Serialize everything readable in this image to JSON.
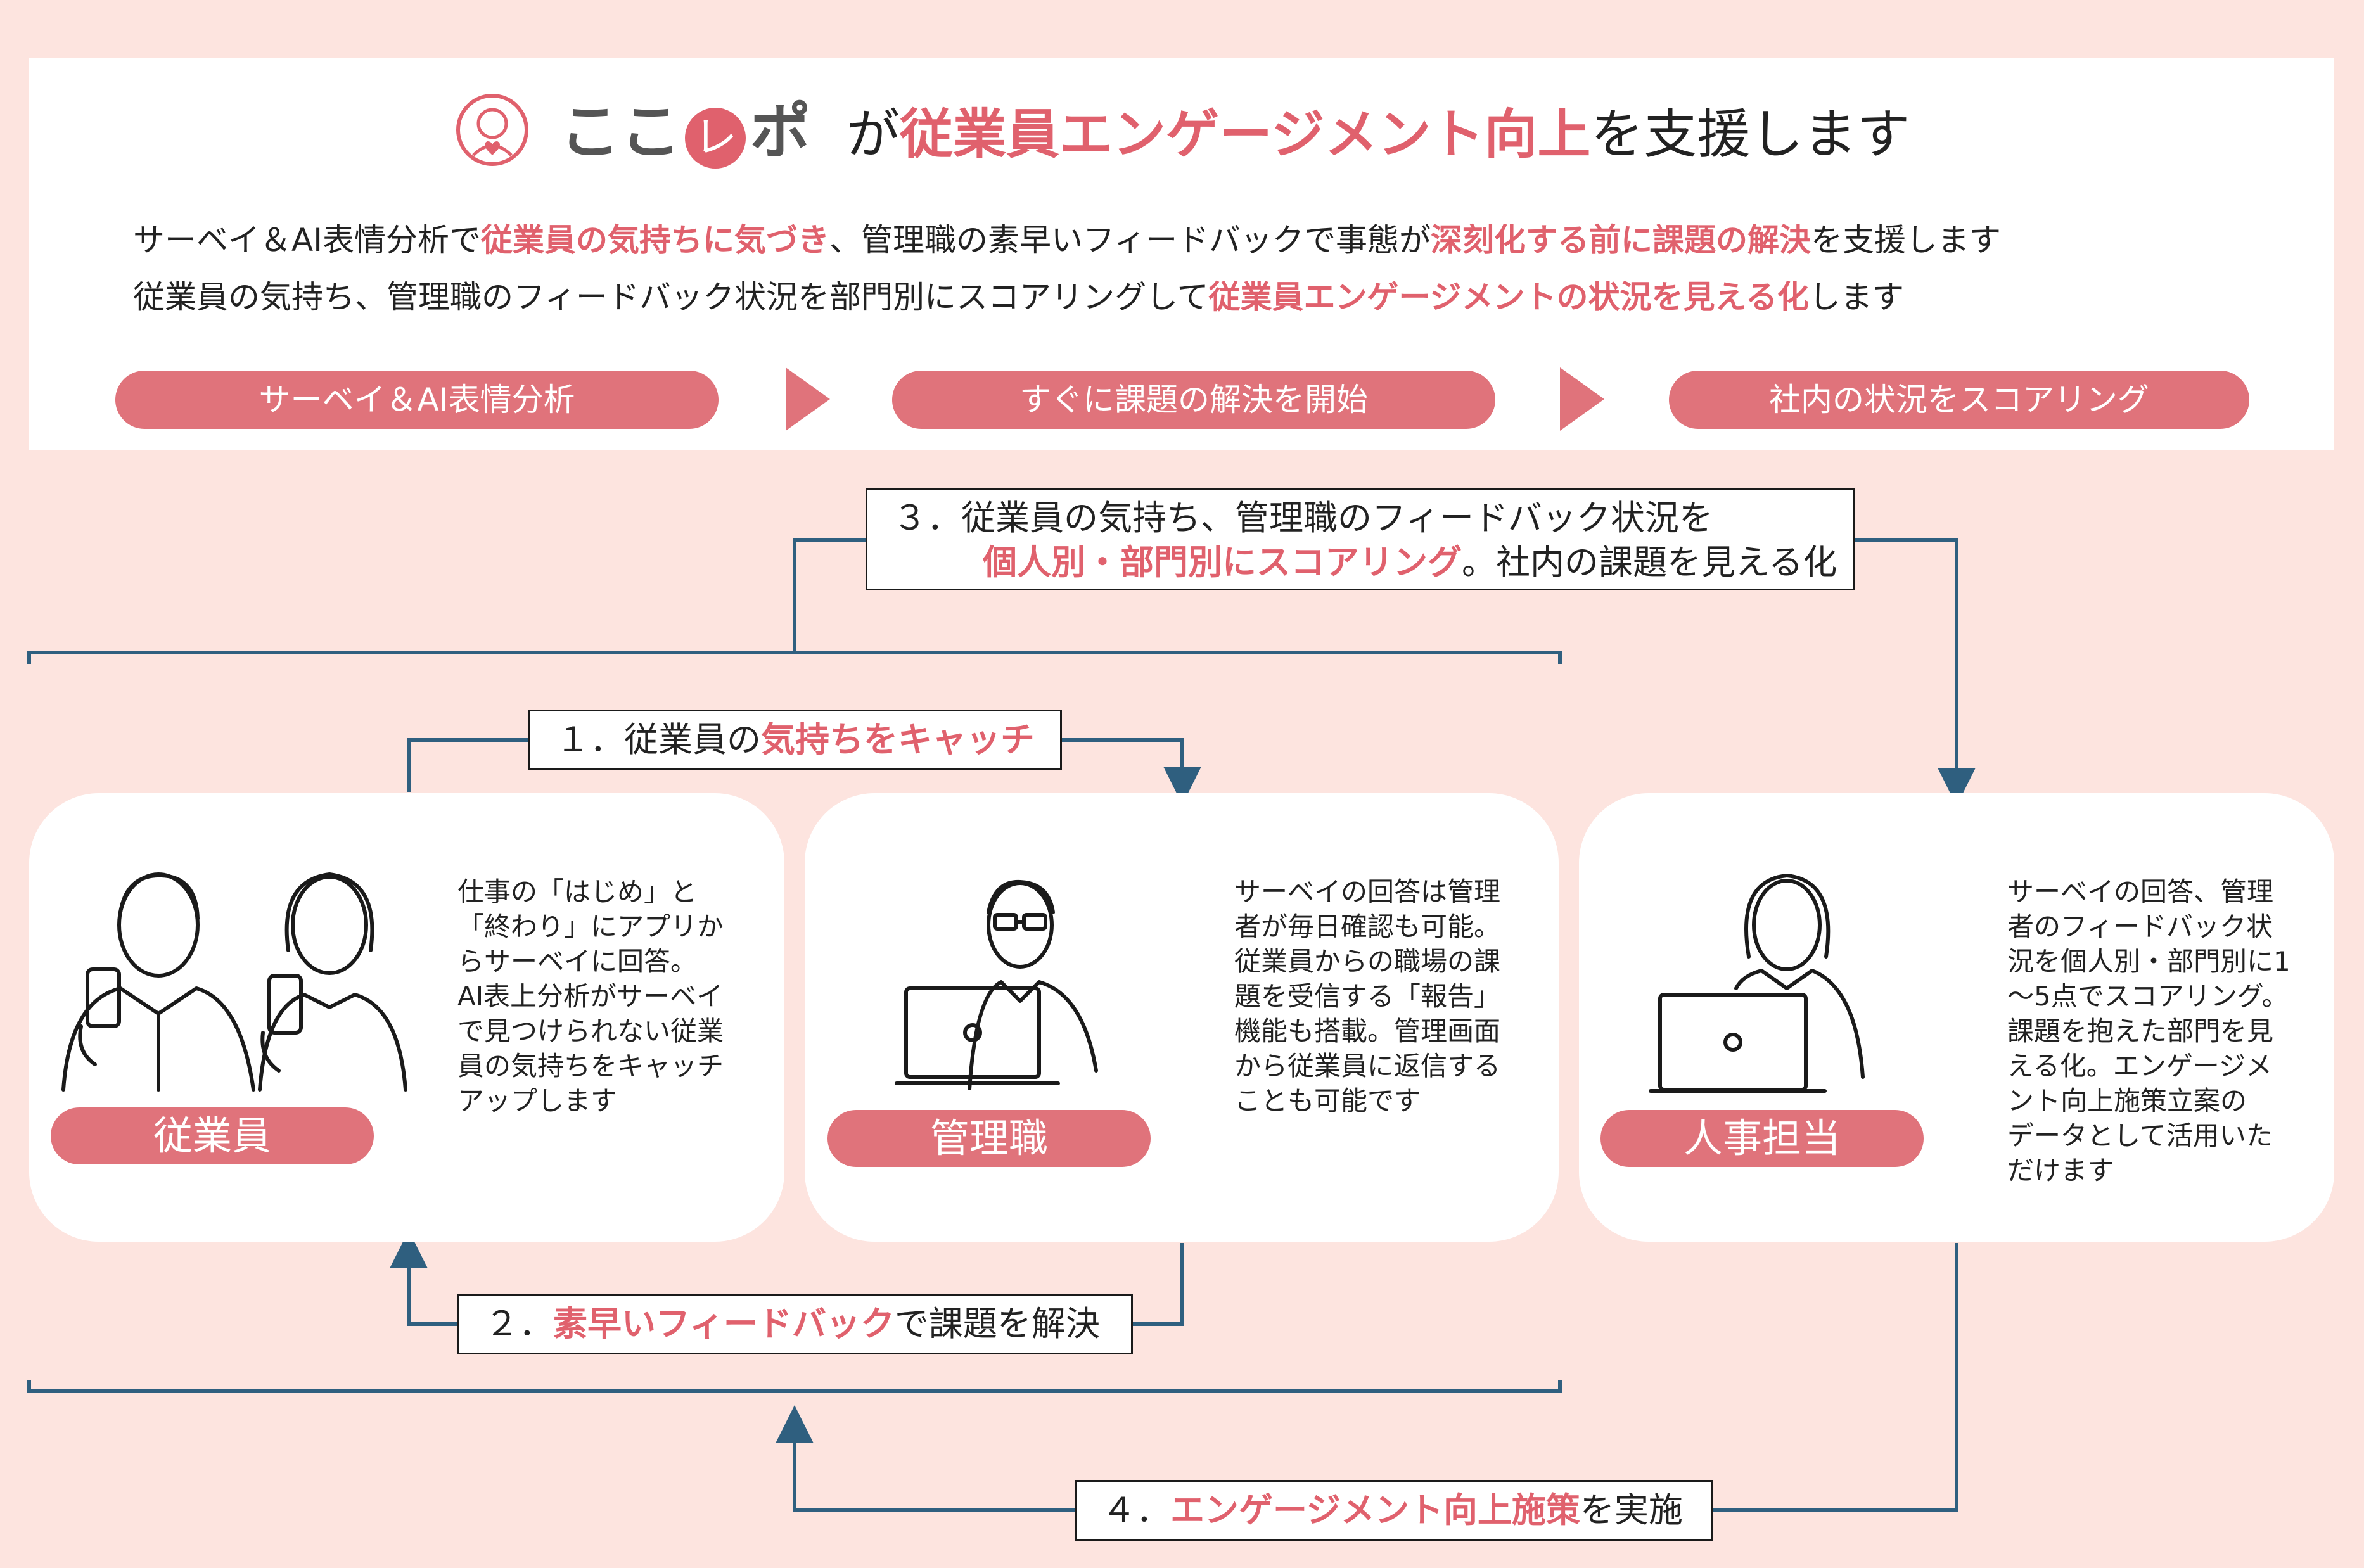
{
  "colors": {
    "background": "#fde4df",
    "accent": "#e0616d",
    "pill": "#e0737b",
    "line": "#2f5f7f"
  },
  "header": {
    "logo_icon": "face-heart-logo-icon",
    "logo_part1": "ここ",
    "logo_part2": "レ",
    "logo_part3": "ポ",
    "title_pre": "が",
    "title_highlight": "従業員エンゲージメント向上",
    "title_post": "を支援します"
  },
  "intro": {
    "line1": [
      {
        "text": "サーベイ＆AI表情分析で",
        "hl": false
      },
      {
        "text": "従業員の気持ちに気づき",
        "hl": true
      },
      {
        "text": "、管理職の素早いフィードバックで事態が",
        "hl": false
      },
      {
        "text": "深刻化する前に課題の解決",
        "hl": true
      },
      {
        "text": "を支援します",
        "hl": false
      }
    ],
    "line2": [
      {
        "text": "従業員の気持ち、管理職のフィードバック状況を部門別にスコアリングして",
        "hl": false
      },
      {
        "text": "従業員エンゲージメントの状況を見える化",
        "hl": true
      },
      {
        "text": "します",
        "hl": false
      }
    ]
  },
  "steps": [
    "サーベイ＆AI表情分析",
    "すぐに課題の解決を開始",
    "社内の状況をスコアリング"
  ],
  "flows": {
    "f1": [
      {
        "text": "１．従業員の",
        "hl": false
      },
      {
        "text": "気持ちをキャッチ",
        "hl": true
      }
    ],
    "f2": [
      {
        "text": "２．",
        "hl": false
      },
      {
        "text": "素早いフィードバック",
        "hl": true
      },
      {
        "text": "で課題を解決",
        "hl": false
      }
    ],
    "f3_line1": [
      {
        "text": "３．従業員の気持ち、管理職のフィードバック状況を",
        "hl": false
      }
    ],
    "f3_line2": [
      {
        "text": "個人別・部門別にスコアリング",
        "hl": true
      },
      {
        "text": "。社内の課題を見える化",
        "hl": false
      }
    ],
    "f4": [
      {
        "text": "４．",
        "hl": false
      },
      {
        "text": "エンゲージメント向上施策",
        "hl": true
      },
      {
        "text": "を実施",
        "hl": false
      }
    ]
  },
  "roles": [
    {
      "label": "従業員",
      "icon": "employees-with-smartphones-icon",
      "desc": [
        "仕事の「はじめ」と",
        "「終わり」にアプリか",
        "らサーベイに回答。",
        "AI表上分析がサーベイ",
        "で見つけられない従業",
        "員の気持ちをキャッチ",
        "アップします"
      ]
    },
    {
      "label": "管理職",
      "icon": "manager-with-laptop-icon",
      "desc": [
        "サーベイの回答は管理",
        "者が毎日確認も可能。",
        "従業員からの職場の課",
        "題を受信する「報告」",
        "機能も搭載。管理画面",
        "から従業員に返信する",
        "ことも可能です"
      ]
    },
    {
      "label": "人事担当",
      "icon": "hr-staff-with-laptop-icon",
      "desc": [
        "サーベイの回答、管理",
        "者のフィードバック状",
        "況を個人別・部門別に1",
        "～5点でスコアリング。",
        "課題を抱えた部門を見",
        "える化。エンゲージメ",
        "ント向上施策立案の",
        "データとして活用いた",
        "だけます"
      ]
    }
  ]
}
